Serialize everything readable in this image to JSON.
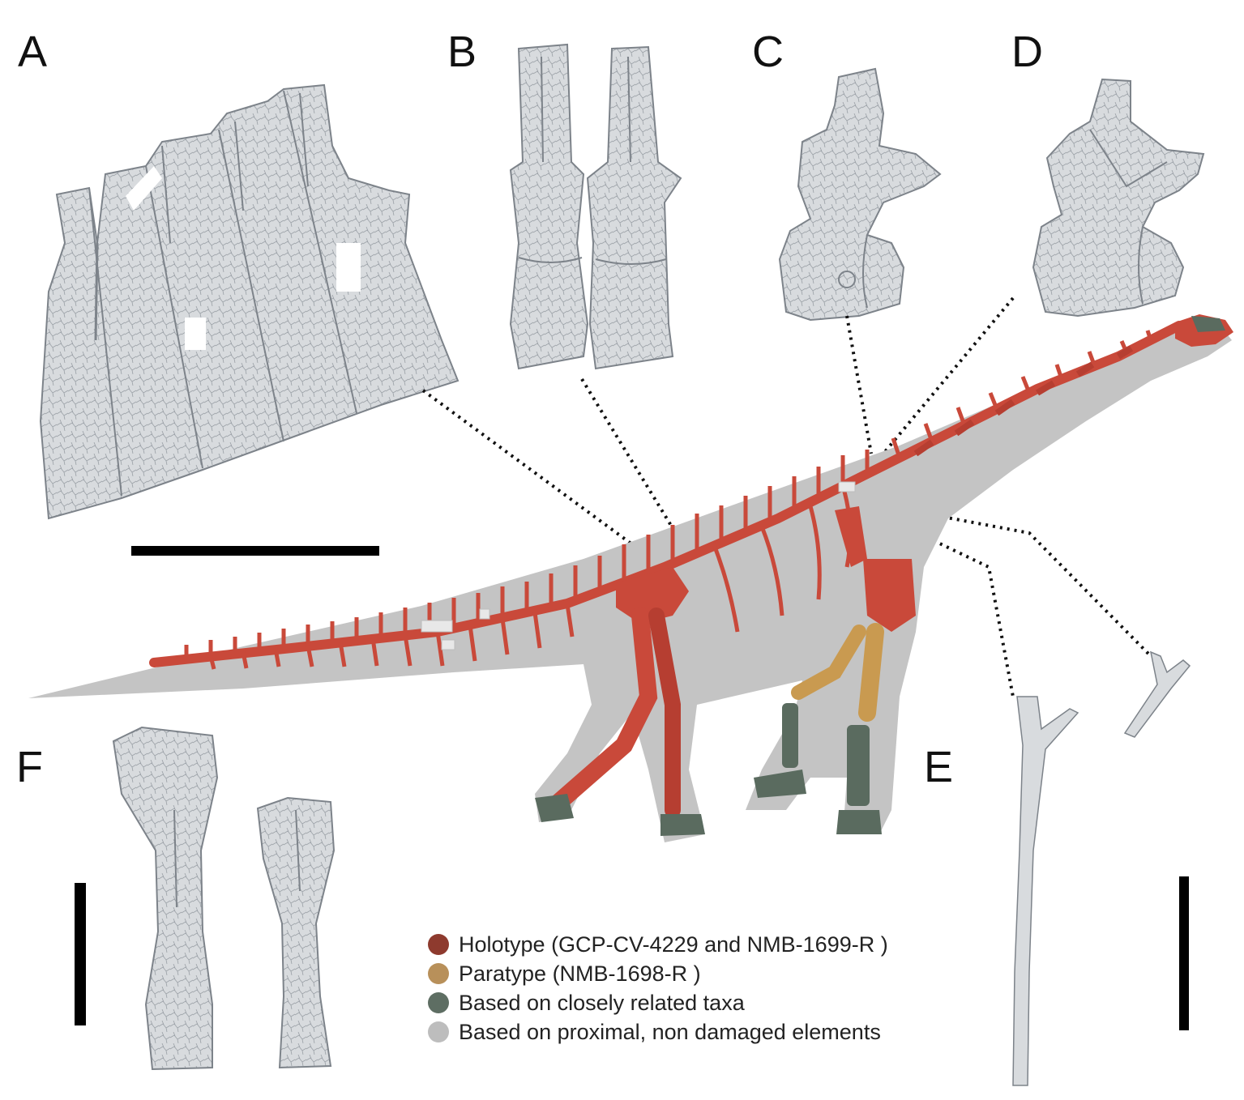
{
  "panels": {
    "a": "A",
    "b": "B",
    "c": "C",
    "d": "D",
    "e": "E",
    "f": "F"
  },
  "legend": [
    {
      "label": "Holotype (GCP-CV-4229 and NMB-1699-R )",
      "color": "#8e3a2e"
    },
    {
      "label": "Paratype (NMB-1698-R )",
      "color": "#b8905a"
    },
    {
      "label": "Based on closely related taxa",
      "color": "#5e6e63"
    },
    {
      "label": "Based on proximal, non damaged elements",
      "color": "#bdbdbd"
    }
  ],
  "colors": {
    "holotype_bone": "#c9493a",
    "paratype_bone": "#c99a50",
    "related_taxa_bone": "#5a6b5f",
    "silhouette": "#c4c4c4",
    "fossil_render": "#d6d9dc",
    "scale_bar": "#000000"
  }
}
